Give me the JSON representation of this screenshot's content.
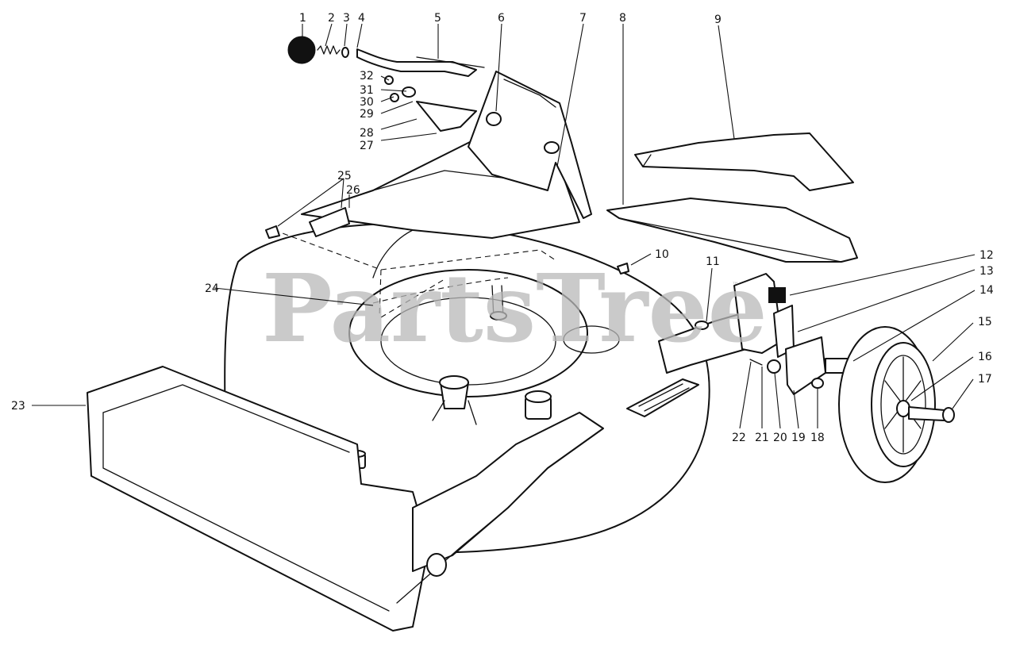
{
  "watermark": {
    "text": "PartsTree",
    "mark": "™"
  },
  "callouts": [
    {
      "label": "1"
    },
    {
      "label": "2"
    },
    {
      "label": "3"
    },
    {
      "label": "4"
    },
    {
      "label": "5"
    },
    {
      "label": "6"
    },
    {
      "label": "7"
    },
    {
      "label": "8"
    },
    {
      "label": "9"
    },
    {
      "label": "10"
    },
    {
      "label": "11"
    },
    {
      "label": "12"
    },
    {
      "label": "13"
    },
    {
      "label": "14"
    },
    {
      "label": "15"
    },
    {
      "label": "16"
    },
    {
      "label": "17"
    },
    {
      "label": "18"
    },
    {
      "label": "19"
    },
    {
      "label": "20"
    },
    {
      "label": "21"
    },
    {
      "label": "22"
    },
    {
      "label": "23"
    },
    {
      "label": "24"
    },
    {
      "label": "25"
    },
    {
      "label": "26"
    },
    {
      "label": "27"
    },
    {
      "label": "28"
    },
    {
      "label": "29"
    },
    {
      "label": "30"
    },
    {
      "label": "31"
    },
    {
      "label": "32"
    }
  ]
}
